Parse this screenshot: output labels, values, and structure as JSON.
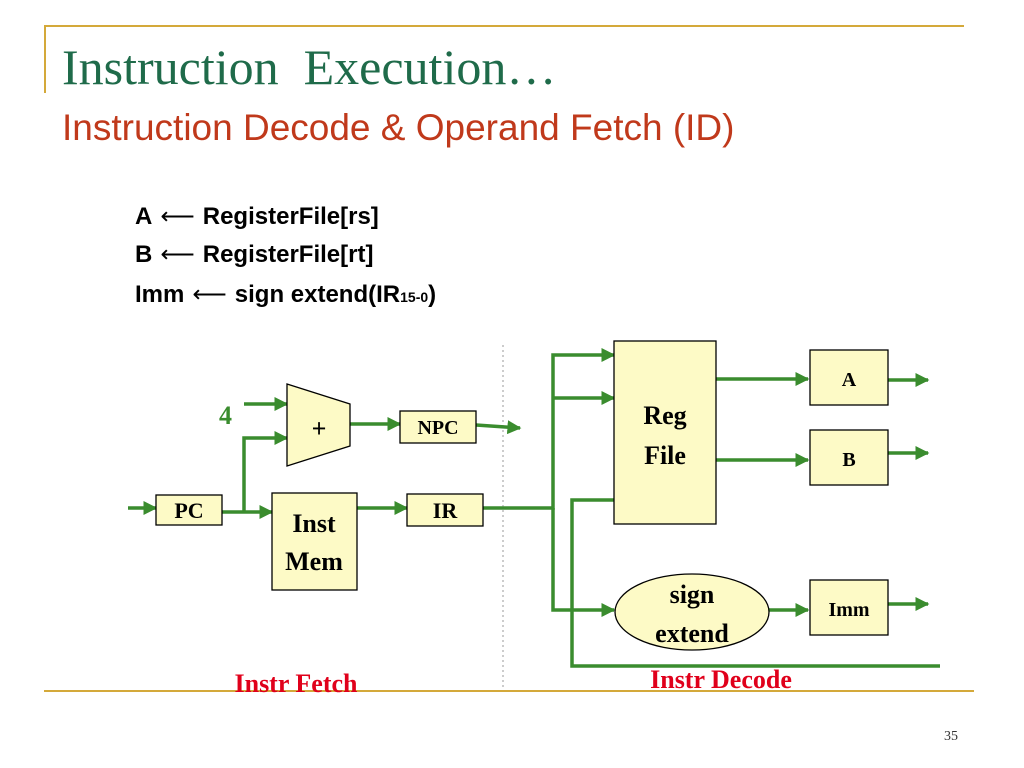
{
  "slide": {
    "title": "Instruction  Execution…",
    "subtitle": "Instruction Decode & Operand Fetch (ID)",
    "page_number": "35"
  },
  "equations": [
    {
      "lhs": "A",
      "arrow": "⟵",
      "rhs": "RegisterFile[rs]"
    },
    {
      "lhs": "B",
      "arrow": "⟵",
      "rhs": "RegisterFile[rt]"
    },
    {
      "lhs": "Imm",
      "arrow": "⟵",
      "rhs": "sign extend(IR",
      "subscript": "15-0",
      "suffix": ")"
    }
  ],
  "diagram": {
    "constant_four": "4",
    "adder_label": "+",
    "pc_label": "PC",
    "npc_label": "NPC",
    "ir_label": "IR",
    "inst_mem_line1": "Inst",
    "inst_mem_line2": "Mem",
    "reg_file_line1": "Reg",
    "reg_file_line2": "File",
    "a_label": "A",
    "b_label": "B",
    "sign_extend_line1": "sign",
    "sign_extend_line2": "extend",
    "imm_label": "Imm",
    "stage_fetch": "Instr Fetch",
    "stage_decode": "Instr Decode"
  },
  "colors": {
    "title": "#1f6b4a",
    "subtitle": "#c0391b",
    "wire": "#3a8c2e",
    "block_fill": "#fdfac6",
    "stage_label": "#e0001b",
    "decoration": "#d4a93a"
  }
}
